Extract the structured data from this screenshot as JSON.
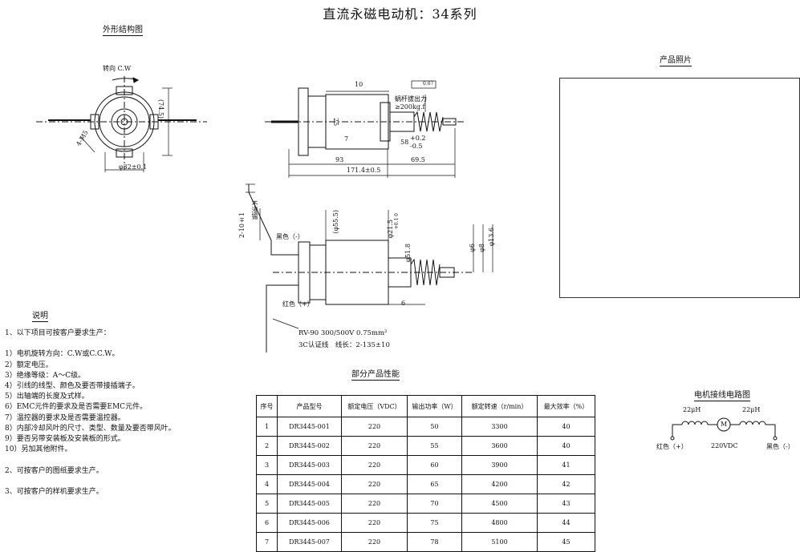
{
  "title": "直流永磁电动机：34系列",
  "sections": {
    "outline": "外形结构图",
    "photo": "产品照片",
    "notes": "说明",
    "performance": "部分产品性能",
    "circuit": "电机接线电路图"
  },
  "drawing_labels": {
    "rotation": "转向 C.W",
    "height_745": "(74.5)",
    "holes": "4-M5",
    "dia32": "φ32±0.1",
    "dim10": "10",
    "flatness": "0.07",
    "worm_pull": "蜗杆拔出力",
    "pull_force": "≥200kg.f",
    "dim25": "25",
    "dim7": "7",
    "dim58": "58",
    "tol58_upper": "+0.2",
    "tol58_lower": "-0.5",
    "dim93": "93",
    "dim695": "69.5",
    "dim1714": "171.4±0.5",
    "dim2_10": "2-10±1",
    "no_tin": "不浸锡",
    "black_wire": "黑色（-）",
    "dia555": "(φ55.5)",
    "dia215": "φ21.5",
    "tol215": "+0.1 0",
    "dia518": "φ51.8",
    "dia6": "φ6",
    "dia8": "φ8",
    "dia136": "φ13.6",
    "dim6": "6",
    "red_wire": "红色（+）",
    "wire_spec": "RV-90 300/500V 0.75mm²",
    "wire_cert": "3C认证线　线长：2-135±10"
  },
  "notes": [
    "1、以下项目可按客户要求生产：",
    "",
    "1）电机旋转方向：C.W或C.C.W。",
    "2）额定电压。",
    "3）绝缘等级：A～C级。",
    "4）引线的线型、颜色及要否带接插端子。",
    "5）出轴端的长度及式样。",
    "6）EMC元件的要求及是否需要EMC元件。",
    "7）温控器的要求及是否需要温控器。",
    "8）内部冷却风叶的尺寸、类型、数量及要否带风叶。",
    "9）要否另带安装板及安装板的形式。",
    "10）另加其他附件。",
    "",
    "2、可按客户的图纸要求生产。",
    "",
    "3、可按客户的样机要求生产。"
  ],
  "table": {
    "headers": [
      "序号",
      "产品型号",
      "额定电压（VDC）",
      "输出功率（W）",
      "额定转速（r/min）",
      "最大效率（%）"
    ],
    "rows": [
      [
        "1",
        "DR3445-001",
        "220",
        "50",
        "3300",
        "40"
      ],
      [
        "2",
        "DR3445-002",
        "220",
        "55",
        "3600",
        "40"
      ],
      [
        "3",
        "DR3445-003",
        "220",
        "60",
        "3900",
        "41"
      ],
      [
        "4",
        "DR3445-004",
        "220",
        "65",
        "4200",
        "42"
      ],
      [
        "5",
        "DR3445-005",
        "220",
        "70",
        "4500",
        "43"
      ],
      [
        "6",
        "DR3445-006",
        "220",
        "75",
        "4800",
        "44"
      ],
      [
        "7",
        "DR3445-007",
        "220",
        "78",
        "5100",
        "45"
      ]
    ]
  },
  "circuit": {
    "inductor_left": "22μH",
    "inductor_right": "22μH",
    "motor": "M",
    "voltage": "220VDC",
    "red": "红色（+）",
    "black": "黑色（-）"
  }
}
